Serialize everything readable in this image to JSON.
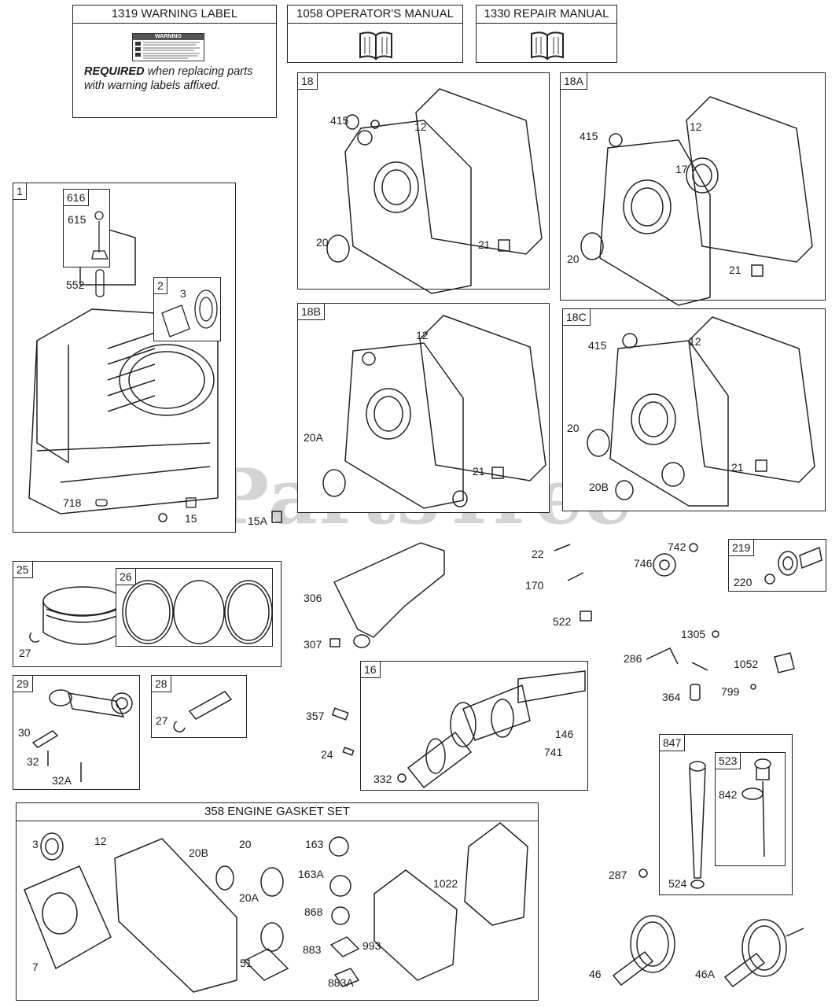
{
  "watermark": {
    "text": "PartsTree",
    "tm": "™"
  },
  "top_boxes": {
    "warning": {
      "title": "1319 WARNING LABEL",
      "decal_title": "WARNING",
      "note_bold": "REQUIRED",
      "note_line1": " when replacing parts",
      "note_line2": "with warning labels affixed."
    },
    "operators": {
      "title": "1058 OPERATOR'S MANUAL"
    },
    "repair": {
      "title": "1330 REPAIR MANUAL"
    }
  },
  "groups": {
    "g1": "1",
    "g616": "616",
    "g2": "2",
    "g18": "18",
    "g18a": "18A",
    "g18b": "18B",
    "g18c": "18C",
    "g25": "25",
    "g26": "26",
    "g29": "29",
    "g28": "28",
    "g16": "16",
    "g219": "219",
    "g847": "847",
    "g523": "523",
    "gasket_set": "358 ENGINE GASKET SET"
  },
  "labels": {
    "l615": "615",
    "l552": "552",
    "l3a": "3",
    "l718": "718",
    "l15": "15",
    "l15a": "15A",
    "l18_415": "415",
    "l18_12": "12",
    "l18_20": "20",
    "l18_21": "21",
    "l18a_415": "415",
    "l18a_12": "12",
    "l18a_17": "17",
    "l18a_20": "20",
    "l18a_21": "21",
    "l18b_12": "12",
    "l18b_20a": "20A",
    "l18b_21": "21",
    "l18c_415": "415",
    "l18c_12": "12",
    "l18c_20": "20",
    "l18c_21": "21",
    "l18c_20b": "20B",
    "l27a": "27",
    "l306": "306",
    "l307": "307",
    "l22": "22",
    "l170": "170",
    "l522": "522",
    "l742": "742",
    "l746": "746",
    "l220": "220",
    "l1305": "1305",
    "l286": "286",
    "l1052": "1052",
    "l364": "364",
    "l799": "799",
    "l30": "30",
    "l32": "32",
    "l32a": "32A",
    "l27b": "27",
    "l357": "357",
    "l24": "24",
    "l146": "146",
    "l741": "741",
    "l332": "332",
    "l842": "842",
    "l287": "287",
    "l524": "524",
    "l46": "46",
    "l46a": "46A",
    "g3": "3",
    "g12": "12",
    "g20b": "20B",
    "g20": "20",
    "g20a": "20A",
    "g7": "7",
    "g51": "51",
    "g163": "163",
    "g163a": "163A",
    "g868": "868",
    "g883": "883",
    "g883a": "883A",
    "g993": "993",
    "g1022": "1022"
  }
}
